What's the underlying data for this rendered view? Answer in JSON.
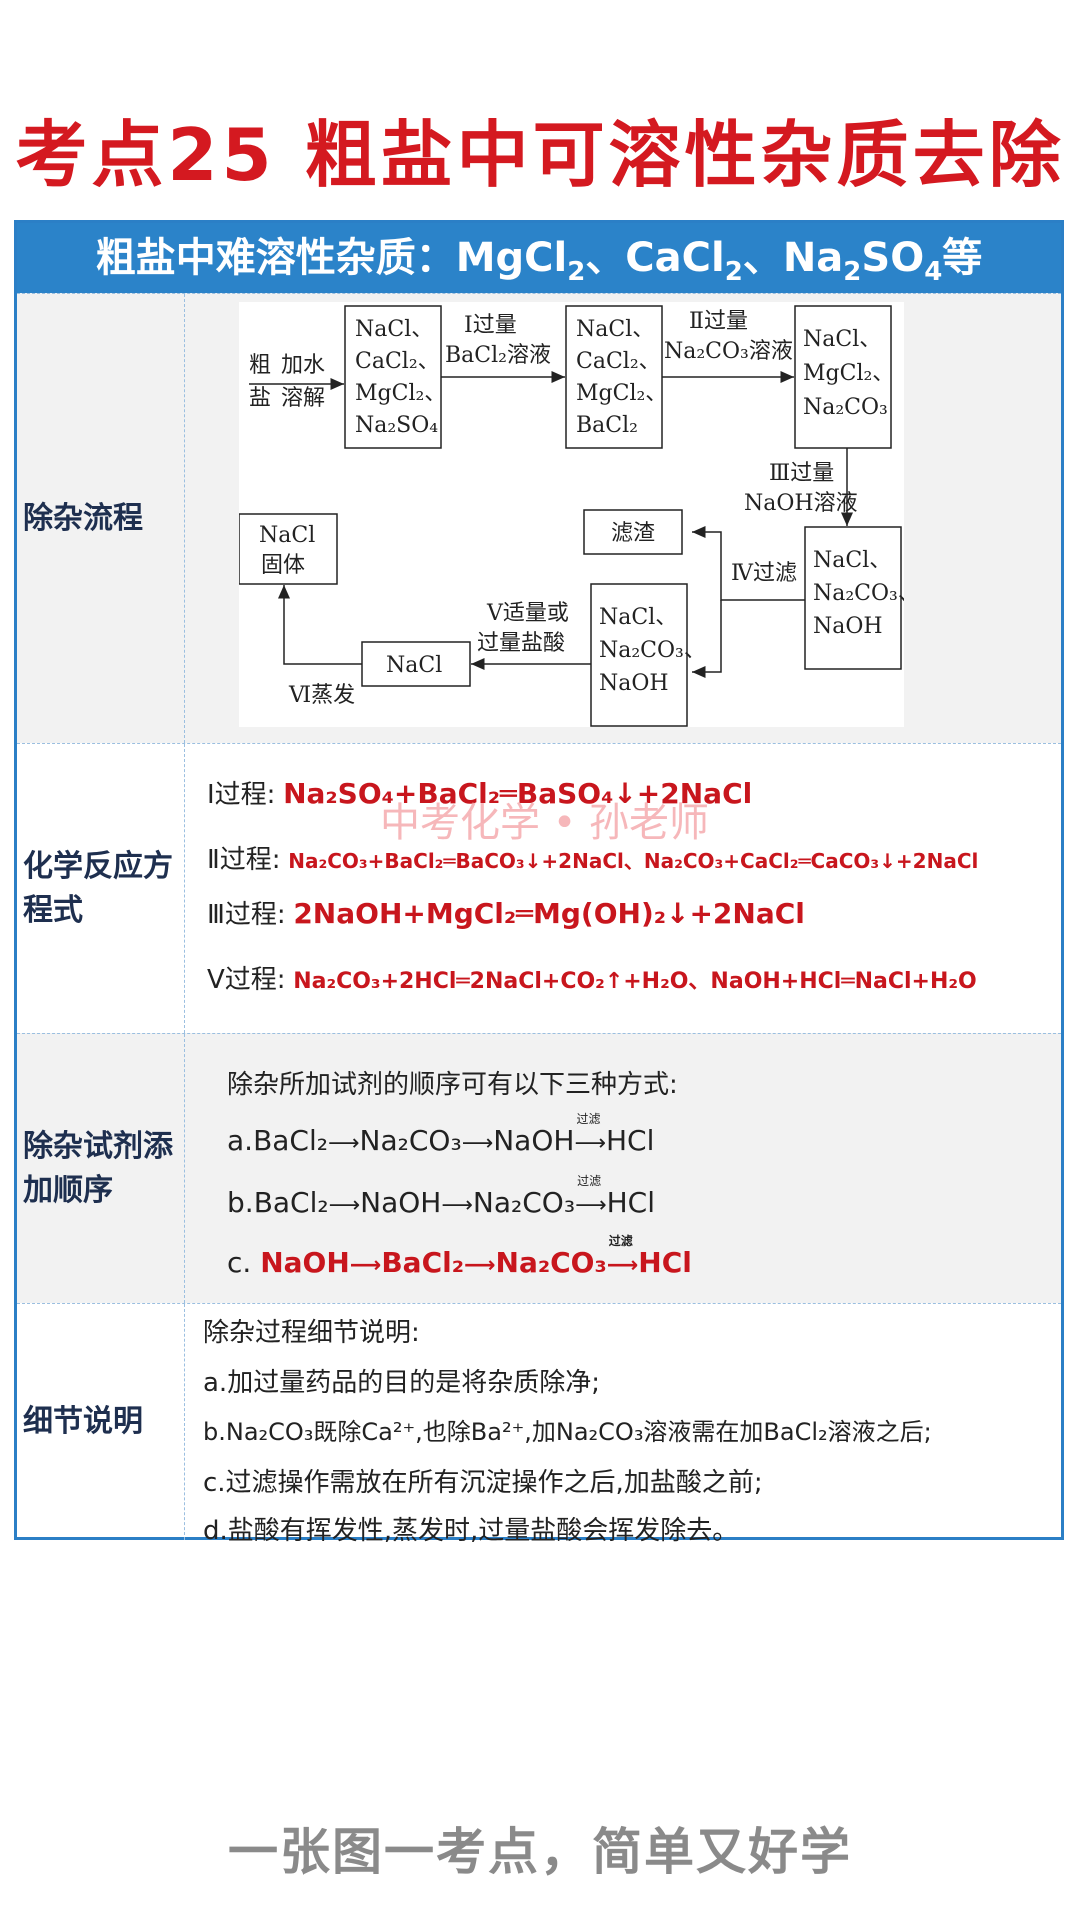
{
  "title": "考点25 粗盐中可溶性杂质去除",
  "header": {
    "prefix": "粗盐中难溶性杂质：MgCl",
    "c1": "2",
    "mid1": "、CaCl",
    "c2": "2",
    "mid2": "、Na",
    "c3": "2",
    "mid3": "SO",
    "c4": "4",
    "suffix": "等"
  },
  "rows": {
    "flow_label": "除杂流程",
    "equations_label": "化学反应方程式",
    "order_label": "除杂试剂添加顺序",
    "detail_label": "细节说明"
  },
  "flow": {
    "start": [
      "粗",
      "盐"
    ],
    "step0": [
      "加水",
      "溶解"
    ],
    "box1": [
      "NaCl、",
      "CaCl₂、",
      "MgCl₂、",
      "Na₂SO₄"
    ],
    "step1": [
      "Ⅰ过量",
      "BaCl₂溶液"
    ],
    "box2": [
      "NaCl、",
      "CaCl₂、",
      "MgCl₂、",
      "BaCl₂"
    ],
    "step2": [
      "Ⅱ过量",
      "Na₂CO₃溶液"
    ],
    "box3": [
      "NaCl、",
      "MgCl₂、",
      "Na₂CO₃"
    ],
    "step3": [
      "Ⅲ过量",
      "NaOH溶液"
    ],
    "box4": [
      "NaCl、",
      "Na₂CO₃、",
      "NaOH"
    ],
    "step4": "Ⅳ过滤",
    "residue": "滤渣",
    "box5": [
      "NaCl、",
      "Na₂CO₃、",
      "NaOH"
    ],
    "step5": [
      "Ⅴ适量或",
      "过量盐酸"
    ],
    "nacl": "NaCl",
    "step6": "Ⅵ蒸发",
    "solid": [
      "NaCl",
      "固体"
    ]
  },
  "equations": [
    {
      "process": "Ⅰ过程:",
      "formula": "Na₂SO₄+BaCl₂═BaSO₄↓+2NaCl"
    },
    {
      "process": "Ⅱ过程:",
      "formula": "Na₂CO₃+BaCl₂═BaCO₃↓+2NaCl、Na₂CO₃+CaCl₂═CaCO₃↓+2NaCl"
    },
    {
      "process": "Ⅲ过程:",
      "formula": "2NaOH+MgCl₂═Mg(OH)₂↓+2NaCl"
    },
    {
      "process": "Ⅴ过程:",
      "formula": "Na₂CO₃+2HCl═2NaCl+CO₂↑+H₂O、NaOH+HCl═NaCl+H₂O"
    }
  ],
  "watermark": "中考化学 • 孙老师",
  "order": {
    "intro": "除杂所加试剂的顺序可有以下三种方式:",
    "filter_word": "过滤",
    "a": {
      "prefix": "a.",
      "s1": "BaCl₂",
      "s2": "Na₂CO₃",
      "s3": "NaOH",
      "s4": "HCl"
    },
    "b": {
      "prefix": "b.",
      "s1": "BaCl₂",
      "s2": "NaOH",
      "s3": "Na₂CO₃",
      "s4": "HCl"
    },
    "c": {
      "prefix": "c. ",
      "s1": "NaOH",
      "s2": "BaCl₂",
      "s3": "Na₂CO₃",
      "s4": "HCl"
    }
  },
  "details": [
    "除杂过程细节说明:",
    "a.加过量药品的目的是将杂质除净;",
    "b.Na₂CO₃既除Ca²⁺,也除Ba²⁺,加Na₂CO₃溶液需在加BaCl₂溶液之后;",
    "c.过滤操作需放在所有沉淀操作之后,加盐酸之前;",
    "d.盐酸有挥发性,蒸发时,过量盐酸会挥发除去。"
  ],
  "footer": "一张图一考点，简单又好学",
  "colors": {
    "title": "#d41920",
    "header_bg": "#2b83c9",
    "formula": "#c8161d",
    "footer": "#8a8a8a"
  }
}
